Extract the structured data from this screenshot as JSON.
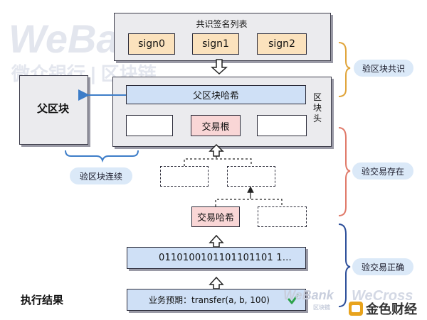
{
  "watermark": {
    "brand": "WeBank",
    "sub": "微众银行 | 区块链",
    "brand_small": "WeBank",
    "sub_small": "区块链",
    "brand2": "WeCross"
  },
  "consensus": {
    "title": "共识签名列表",
    "signs": [
      "sign0",
      "sign1",
      "sign2"
    ]
  },
  "header": {
    "parent_hash": "父区块哈希",
    "tx_root": "交易根",
    "vertical_label": [
      "区",
      "块",
      "头"
    ]
  },
  "parent_block": {
    "label": "父区块"
  },
  "tx_hash": {
    "label": "交易哈希"
  },
  "binary": {
    "value": "0110100101101101101 1…"
  },
  "result": {
    "heading": "执行结果",
    "expectation": "业务预期：transfer(a, b, 100)",
    "check_icon": "check-icon"
  },
  "pills": {
    "chain_continuity": "验区块连续",
    "block_consensus": "验区块共识",
    "tx_existence": "验交易存在",
    "tx_correctness": "验交易正确"
  },
  "logo": {
    "text": "金色财经"
  },
  "colors": {
    "gray": "#ebebee",
    "sign": "#fbe2bd",
    "blue": "#cfe0f6",
    "pink": "#f9d6d6",
    "pill": "#dbe9f8",
    "brace_orange": "#e0a43a",
    "brace_red": "#e07a6a",
    "brace_blue": "#2d4f9a",
    "arrow_blue": "#3d7dc8",
    "check": "#2da24a"
  }
}
